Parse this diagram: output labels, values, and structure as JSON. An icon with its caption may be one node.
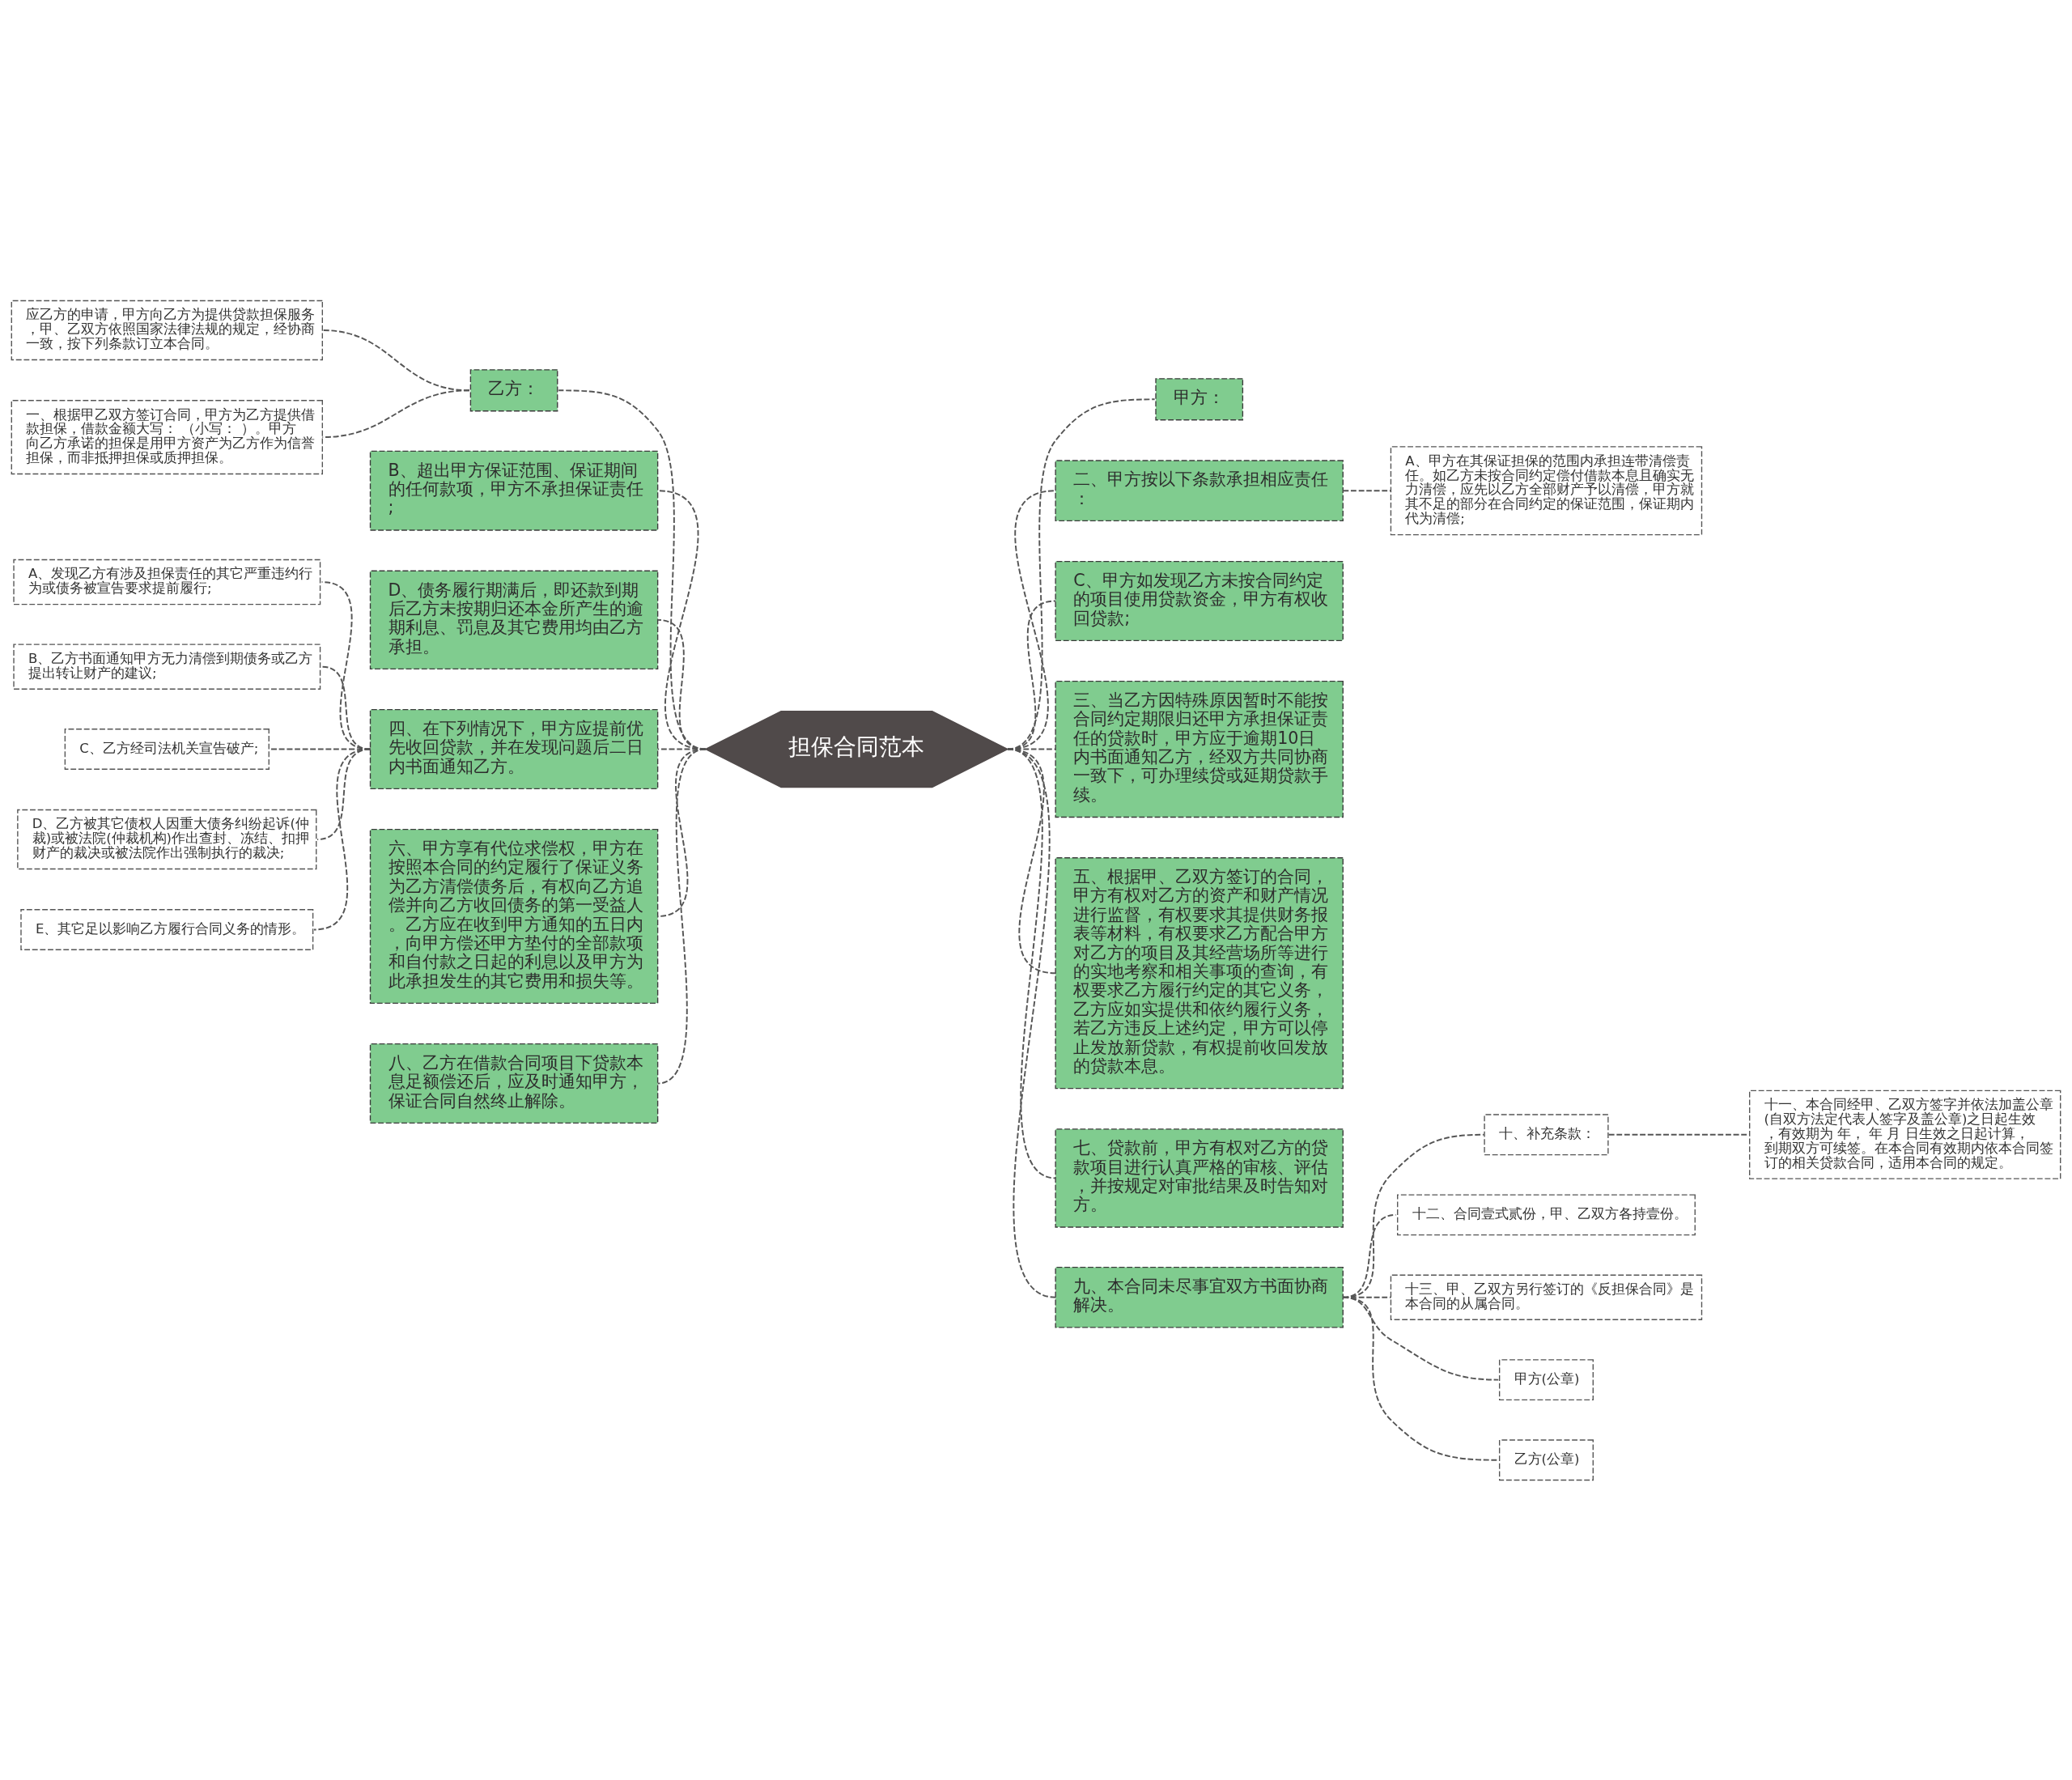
{
  "diagram": {
    "nodes": [
      {
        "text": [
          "担保合同范本"
        ]
      },
      {
        "text": [
          "乙方："
        ]
      },
      {
        "text": [
          "应乙方的申请，甲方向乙方为提供贷款担保服务，甲、乙双方依照国家法律法规的规定，经协商一致，按下列条款订立本合同。"
        ]
      },
      {
        "text": [
          "一、根据甲乙双方签订合同，甲方为乙方提供借款担保，借款金额大写： （小写： ）。甲方向乙方承诺的担保是用甲方资产为乙方作为信誉担保，而非抵押担保或质押担保。"
        ]
      },
      {
        "text": [
          "B、超出甲方保证范围、保证期间的任何款项，甲方不承担保证责任;"
        ]
      },
      {
        "text": [
          "D、债务履行期满后，即还款到期后乙方未按期归还本金所产生的逾期利息、罚息及其它费用均由乙方承担。"
        ]
      },
      {
        "text": [
          "四、在下列情况下，甲方应提前优先收回贷款，并在发现问题后二日内书面通知乙方。"
        ]
      },
      {
        "text": [
          "A、发现乙方有涉及担保责任的其它严重违约行为或债务被宣告要求提前履行;"
        ]
      },
      {
        "text": [
          "B、乙方书面通知甲方无力清偿到期债务或乙方提出转让财产的建议;"
        ]
      },
      {
        "text": [
          "C、乙方经司法机关宣告破产;"
        ]
      },
      {
        "text": [
          "D、乙方被其它债权人因重大债务纠纷起诉(仲裁)或被法院(仲裁机构)作出查封、冻结、扣押财产的裁决或被法院作出强制执行的裁决;"
        ]
      },
      {
        "text": [
          "E、其它足以影响乙方履行合同义务的情形。"
        ]
      },
      {
        "text": [
          "六、甲方享有代位求偿权，甲方在按照本合同的约定履行了保证义务为乙方清偿债务后，有权向乙方追偿并向乙方收回债务的第一受益人。乙方应在收到甲方通知的五日内，向甲方偿还甲方垫付的全部款项和自付款之日起的利息以及甲方为此承担发生的其它费用和损失等。"
        ]
      },
      {
        "text": [
          "八、乙方在借款合同项目下贷款本息足额偿还后，应及时通知甲方，保证合同自然终止解除。"
        ]
      },
      {
        "text": [
          "甲方："
        ]
      },
      {
        "text": [
          "二、甲方按以下条款承担相应责任："
        ]
      },
      {
        "text": [
          "A、甲方在其保证担保的范围内承担连带清偿责任。如乙方未按合同约定偿付借款本息且确实无力清偿，应先以乙方全部财产予以清偿，甲方就其不足的部分在合同约定的保证范围，保证期内代为清偿;"
        ]
      },
      {
        "text": [
          "C、甲方如发现乙方未按合同约定的项目使用贷款资金，甲方有权收回贷款;"
        ]
      },
      {
        "text": [
          "三、当乙方因特殊原因暂时不能按合同约定期限归还甲方承担保证责任的贷款时，甲方应于逾期10日内书面通知乙方，经双方共同协商一致下，可办理续贷或延期贷款手续。"
        ]
      },
      {
        "text": [
          "五、根据甲、乙双方签订的合同，甲方有权对乙方的资产和财产情况进行监督，有权要求其提供财务报表等材料，有权要求乙方配合甲方对乙方的项目及其经营场所等进行的实地考察和相关事项的查询，有权要求乙方履行约定的其它义务，乙方应如实提供和依约履行义务，若乙方违反上述约定，甲方可以停止发放新贷款，有权提前收回发放的贷款本息。"
        ]
      },
      {
        "text": [
          "七、贷款前，甲方有权对乙方的贷款项目进行认真严格的审核、评估，并按规定对审批结果及时告知对方。"
        ]
      },
      {
        "text": [
          "九、本合同未尽事宜双方书面协商解决。"
        ]
      },
      {
        "text": [
          "十、补充条款："
        ]
      },
      {
        "text": [
          "十一、本合同经甲、乙双方签字并依法加盖公章(自双方法定代表人签字及盖公章)之日起生效，有效期为 年， 年 月 日生效之日起计算，到期双方可续签。在本合同有效期内依本合同签订的相关贷款合同，适用本合同的规定。"
        ]
      },
      {
        "text": [
          "十二、合同壹式贰份，甲、乙双方各持壹份。"
        ]
      },
      {
        "text": [
          "十三、甲、乙双方另行签订的《反担保合同》是本合同的从属合同。"
        ]
      },
      {
        "text": [
          "甲方(公章)"
        ]
      },
      {
        "text": [
          "乙方(公章)"
        ]
      }
    ],
    "edges": [
      {
        "from": 0,
        "to": 1,
        "arrow": "none",
        "style": "dashed"
      },
      {
        "from": 1,
        "to": 2,
        "arrow": "none",
        "style": "dashed"
      },
      {
        "from": 1,
        "to": 3,
        "arrow": "none",
        "style": "dashed"
      },
      {
        "from": 0,
        "to": 4,
        "arrow": "none",
        "style": "dashed"
      },
      {
        "from": 0,
        "to": 5,
        "arrow": "none",
        "style": "dashed"
      },
      {
        "from": 0,
        "to": 6,
        "arrow": "none",
        "style": "dashed"
      },
      {
        "from": 6,
        "to": 7,
        "arrow": "none",
        "style": "dashed"
      },
      {
        "from": 6,
        "to": 8,
        "arrow": "none",
        "style": "dashed"
      },
      {
        "from": 6,
        "to": 9,
        "arrow": "none",
        "style": "dashed"
      },
      {
        "from": 6,
        "to": 10,
        "arrow": "none",
        "style": "dashed"
      },
      {
        "from": 6,
        "to": 11,
        "arrow": "none",
        "style": "dashed"
      },
      {
        "from": 0,
        "to": 12,
        "arrow": "none",
        "style": "dashed"
      },
      {
        "from": 0,
        "to": 13,
        "arrow": "none",
        "style": "dashed"
      },
      {
        "from": 0,
        "to": 14,
        "arrow": "none",
        "style": "dashed"
      },
      {
        "from": 0,
        "to": 15,
        "arrow": "none",
        "style": "dashed"
      },
      {
        "from": 15,
        "to": 16,
        "arrow": "none",
        "style": "dashed"
      },
      {
        "from": 0,
        "to": 17,
        "arrow": "none",
        "style": "dashed"
      },
      {
        "from": 0,
        "to": 18,
        "arrow": "none",
        "style": "dashed"
      },
      {
        "from": 0,
        "to": 19,
        "arrow": "none",
        "style": "dashed"
      },
      {
        "from": 0,
        "to": 20,
        "arrow": "none",
        "style": "dashed"
      },
      {
        "from": 0,
        "to": 21,
        "arrow": "none",
        "style": "dashed"
      },
      {
        "from": 21,
        "to": 22,
        "arrow": "none",
        "style": "dashed"
      },
      {
        "from": 22,
        "to": 23,
        "arrow": "none",
        "style": "dashed"
      },
      {
        "from": 21,
        "to": 24,
        "arrow": "none",
        "style": "dashed"
      },
      {
        "from": 21,
        "to": 25,
        "arrow": "none",
        "style": "dashed"
      },
      {
        "from": 21,
        "to": 26,
        "arrow": "none",
        "style": "dashed"
      },
      {
        "from": 21,
        "to": 27,
        "arrow": "none",
        "style": "dashed"
      }
    ]
  }
}
